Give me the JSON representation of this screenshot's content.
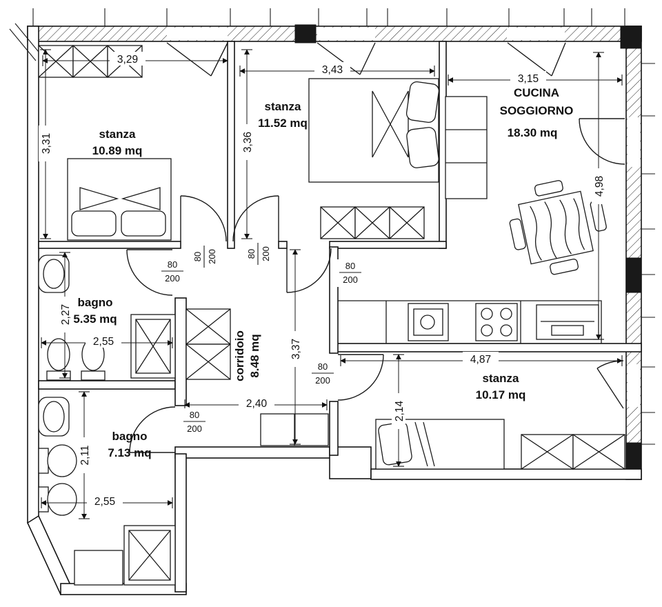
{
  "rooms": {
    "stanza1": {
      "name": "stanza",
      "area": "10.89 mq"
    },
    "stanza2": {
      "name": "stanza",
      "area": "11.52 mq"
    },
    "cucina_soggiorno": {
      "name1": "CUCINA",
      "name2": "SOGGIORNO",
      "area": "18.30 mq"
    },
    "bagno1": {
      "name": "bagno",
      "area": "5.35 mq"
    },
    "corridoio": {
      "name": "corridoio",
      "area": "8.48 mq"
    },
    "stanza3": {
      "name": "stanza",
      "area": "10.17 mq"
    },
    "bagno2": {
      "name": "bagno",
      "area": "7.13 mq"
    }
  },
  "dimensions": {
    "top_stanza1": "3,29",
    "top_stanza2": "3,43",
    "top_cucina": "3,15",
    "stanza1_height": "3,31",
    "stanza2_height": "3,36",
    "cucina_height": "4,98",
    "bagno1_height": "2,27",
    "bagno1_width": "2,55",
    "corridoio_height": "3,37",
    "corridoio_width": "2,40",
    "stanza3_width": "4,87",
    "stanza3_height": "2,14",
    "bagno2_height": "2,11",
    "bagno2_width": "2,55"
  },
  "doors": {
    "width": "80",
    "height": "200"
  }
}
